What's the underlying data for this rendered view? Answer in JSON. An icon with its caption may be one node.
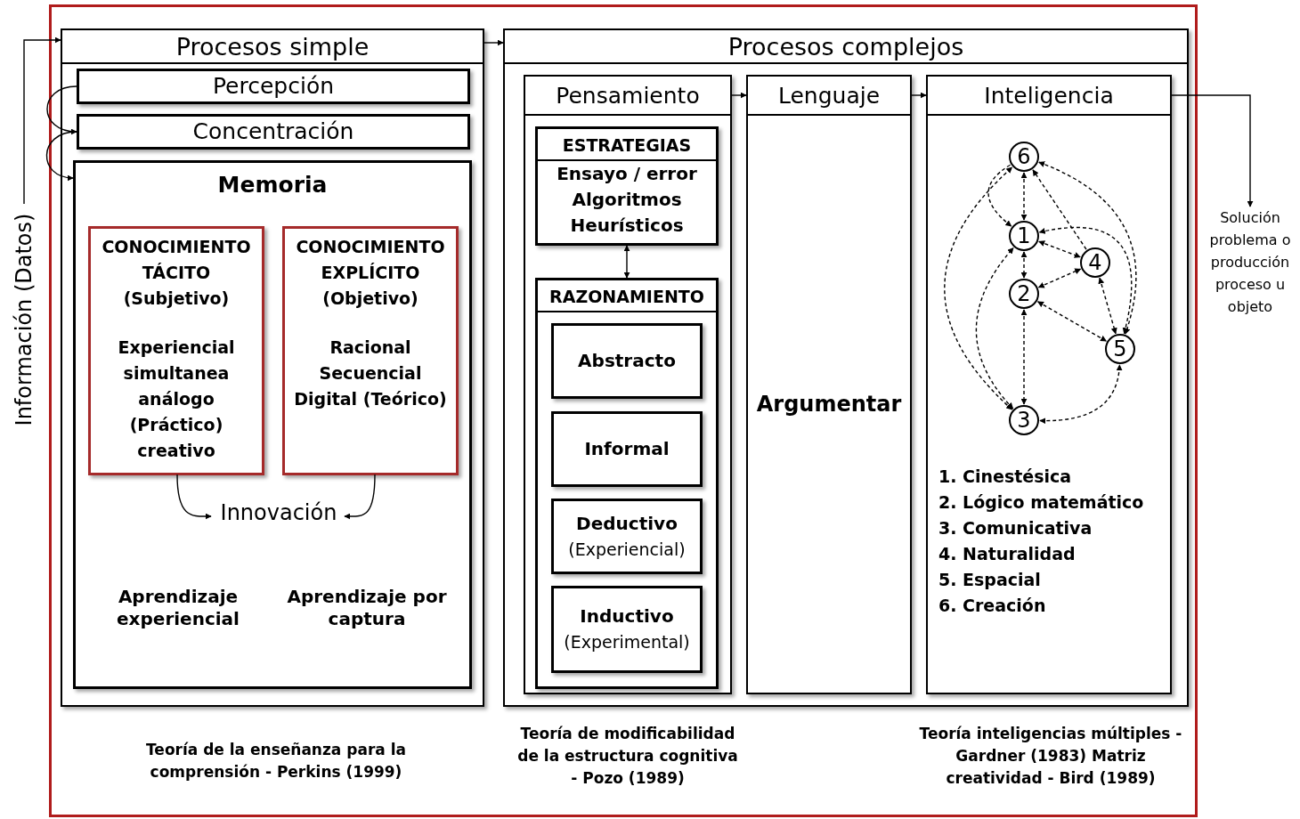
{
  "diagram": {
    "nodes": [
      {
        "text": [
          "Procesos simple"
        ]
      },
      {
        "text": [
          "Percepción"
        ],
        "in": 0
      },
      {
        "text": [
          "Concentración"
        ],
        "in": 0
      },
      {
        "text": [
          "Memoria"
        ],
        "in": 0
      },
      {
        "text": [
          "CONOCIMIENTO TÁCITO (Subjetivo)",
          "Experiencial simultanea análogo (Práctico) creativo"
        ],
        "in": 3
      },
      {
        "text": [
          "CONOCIMIENTO EXPLÍCITO (Objetivo)",
          "Racional Secuencial Digital (Teórico)"
        ],
        "in": 3
      },
      {
        "text": [
          "Innovación"
        ],
        "in": 3
      },
      {
        "text": [
          "Procesos complejos"
        ]
      },
      {
        "text": [
          "Pensamiento"
        ],
        "in": 7
      },
      {
        "text": [
          "ESTRATEGIAS",
          "Ensayo / error Algoritmos Heurísticos"
        ],
        "in": 8
      },
      {
        "text": [
          "RAZONAMIENTO"
        ],
        "in": 8
      },
      {
        "text": [
          "Abstracto"
        ],
        "in": 10
      },
      {
        "text": [
          "Informal"
        ],
        "in": 10
      },
      {
        "text": [
          "Deductivo",
          "(Experiencial)"
        ],
        "in": 10
      },
      {
        "text": [
          "Inductivo",
          "(Experimental)"
        ],
        "in": 10
      },
      {
        "text": [
          "Lenguaje",
          "Argumentar"
        ],
        "in": 7
      },
      {
        "text": [
          "Inteligencia",
          "1. Cinestésica",
          "2. Lógico matemático",
          "3. Comunicativa",
          "4. Naturalidad",
          "5. Espacial",
          "6. Creación"
        ],
        "in": 7
      },
      {
        "text": [
          "6"
        ],
        "in": 16
      },
      {
        "text": [
          "1"
        ],
        "in": 16
      },
      {
        "text": [
          "4"
        ],
        "in": 16
      },
      {
        "text": [
          "2"
        ],
        "in": 16
      },
      {
        "text": [
          "5"
        ],
        "in": 16
      },
      {
        "text": [
          "3"
        ],
        "in": 16
      },
      {
        "text": [
          "Solución problema o producción proceso u objeto"
        ]
      },
      {
        "text": [
          "Información (Datos)"
        ]
      }
    ],
    "edges": [
      {
        "from": 24,
        "to": 0,
        "arrow": "to"
      },
      {
        "from": 1,
        "to": 2,
        "arrow": "to"
      },
      {
        "from": 2,
        "to": 3,
        "arrow": "to"
      },
      {
        "from": 4,
        "to": 6,
        "arrow": "to"
      },
      {
        "from": 5,
        "to": 6,
        "arrow": "to"
      },
      {
        "from": 0,
        "to": 7,
        "arrow": "to"
      },
      {
        "from": 9,
        "to": 10,
        "arrow": "both"
      },
      {
        "from": 8,
        "to": 15,
        "arrow": "to"
      },
      {
        "from": 15,
        "to": 16,
        "arrow": "to"
      },
      {
        "from": 16,
        "to": 23,
        "arrow": "to"
      },
      {
        "from": 17,
        "to": 18,
        "arrow": "both",
        "style": "dashed"
      },
      {
        "from": 17,
        "to": 18,
        "arrow": "to",
        "style": "dashed"
      },
      {
        "from": 22,
        "to": 17,
        "arrow": "both",
        "style": "dashed"
      },
      {
        "from": 22,
        "to": 18,
        "arrow": "both",
        "style": "dashed"
      },
      {
        "from": 18,
        "to": 20,
        "arrow": "both",
        "style": "dashed"
      },
      {
        "from": 20,
        "to": 22,
        "arrow": "both",
        "style": "dashed"
      },
      {
        "from": 18,
        "to": 19,
        "arrow": "both",
        "style": "dashed"
      },
      {
        "from": 20,
        "to": 19,
        "arrow": "both",
        "style": "dashed"
      },
      {
        "from": 20,
        "to": 21,
        "arrow": "both",
        "style": "dashed"
      },
      {
        "from": 19,
        "to": 21,
        "arrow": "both",
        "style": "dashed"
      },
      {
        "from": 22,
        "to": 21,
        "arrow": "both",
        "style": "dashed"
      },
      {
        "from": 19,
        "to": 17,
        "arrow": "to",
        "style": "dashed"
      },
      {
        "from": 17,
        "to": 21,
        "arrow": "both",
        "style": "dashed"
      },
      {
        "from": 21,
        "to": 18,
        "arrow": "both",
        "style": "dashed"
      }
    ],
    "labels": [
      "Aprendizaje experiencial",
      "Aprendizaje por captura",
      "Teoría de la enseñanza para la comprensión - Perkins (1999)",
      "Teoría de modificabilidad de la estructura cognitiva - Pozo (1989)",
      "Teoría inteligencias múltiples - Gardner (1983) Matriz creatividad - Bird (1989)"
    ]
  }
}
